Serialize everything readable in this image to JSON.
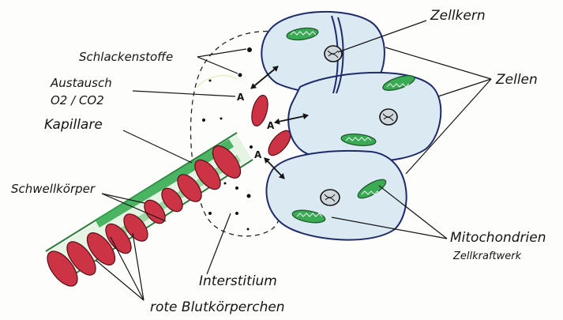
{
  "labels": {
    "zellkern": "Zellkern",
    "schlackenstoffe": "Schlackenstoffe",
    "austausch_line1": "Austausch",
    "austausch_line2": "O2 / CO2",
    "zellen": "Zellen",
    "kapillare": "Kapillare",
    "schwellkoerper": "Schwellkörper",
    "mitochondrien": "Mitochondrien",
    "zellkraftwerk": "Zellkraftwerk",
    "interstitium": "Interstitium",
    "rote_blutkoerperchen": "rote Blutkörperchen"
  },
  "markers": [
    "A",
    "A",
    "A"
  ],
  "colors": {
    "cell_outline": "#1f2a6b",
    "cell_fill": "#dbe9f2",
    "blood_cell": "#cc3344",
    "blood_cell_edge": "#5a0f16",
    "capillary_green": "#2ea84c",
    "mitochondria_green": "#3aaa55",
    "ink": "#151515"
  }
}
